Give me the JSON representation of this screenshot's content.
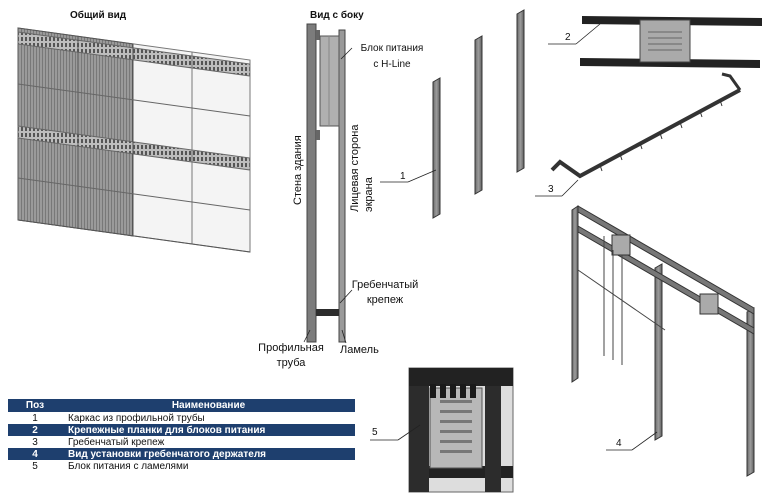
{
  "labels": {
    "general_view": "Общий вид",
    "side_view": "Вид с боку",
    "power_unit": "Блок питания\nс H-Line",
    "wall": "Стена здания",
    "screen_face": "Лицевая сторона\nэкрана",
    "comb_mount": "Гребенчатый\nкрепеж",
    "profile_pipe": "Профильная\nтруба",
    "lamel": "Ламель",
    "callout_1": "1",
    "callout_2": "2",
    "callout_3": "3",
    "callout_4": "4",
    "callout_5": "5"
  },
  "legend": {
    "header_pos": "Поз",
    "header_name": "Наименование",
    "rows": [
      {
        "pos": "1",
        "name": "Каркас из профильной трубы",
        "highlight": false
      },
      {
        "pos": "2",
        "name": "Крепежные планки для блоков питания",
        "highlight": true
      },
      {
        "pos": "3",
        "name": "Гребенчатый крепеж",
        "highlight": false
      },
      {
        "pos": "4",
        "name": "Вид установки гребенчатого держателя",
        "highlight": true
      },
      {
        "pos": "5",
        "name": "Блок питания с ламелями",
        "highlight": false
      }
    ]
  },
  "colors": {
    "header_bg": "#1e3f6e",
    "metal": "#8a8a8a",
    "dark_metal": "#3a3a3a"
  }
}
